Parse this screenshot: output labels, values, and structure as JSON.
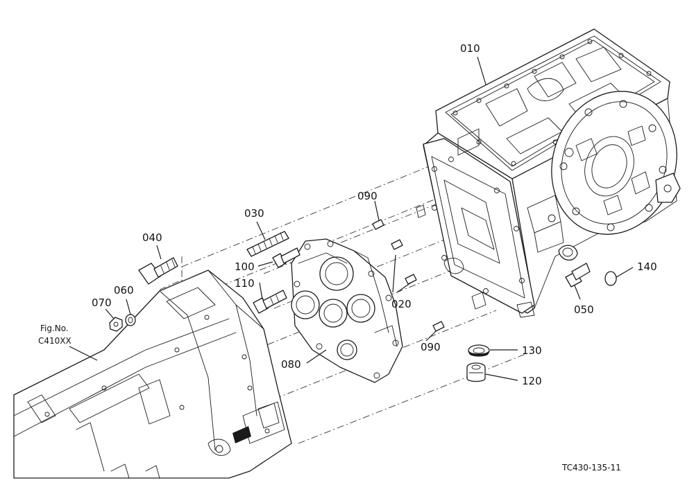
{
  "callouts": {
    "p010": "010",
    "p020": "020",
    "p030": "030",
    "p040": "040",
    "p050": "050",
    "p060": "060",
    "p070": "070",
    "p080": "080",
    "p090a": "090",
    "p090b": "090",
    "p100": "100",
    "p110": "110",
    "p120": "120",
    "p130": "130",
    "p140": "140"
  },
  "reference": {
    "fig_label": "Fig.No.",
    "fig_number": "C410XX"
  },
  "drawing_code": "TC430-135-11"
}
